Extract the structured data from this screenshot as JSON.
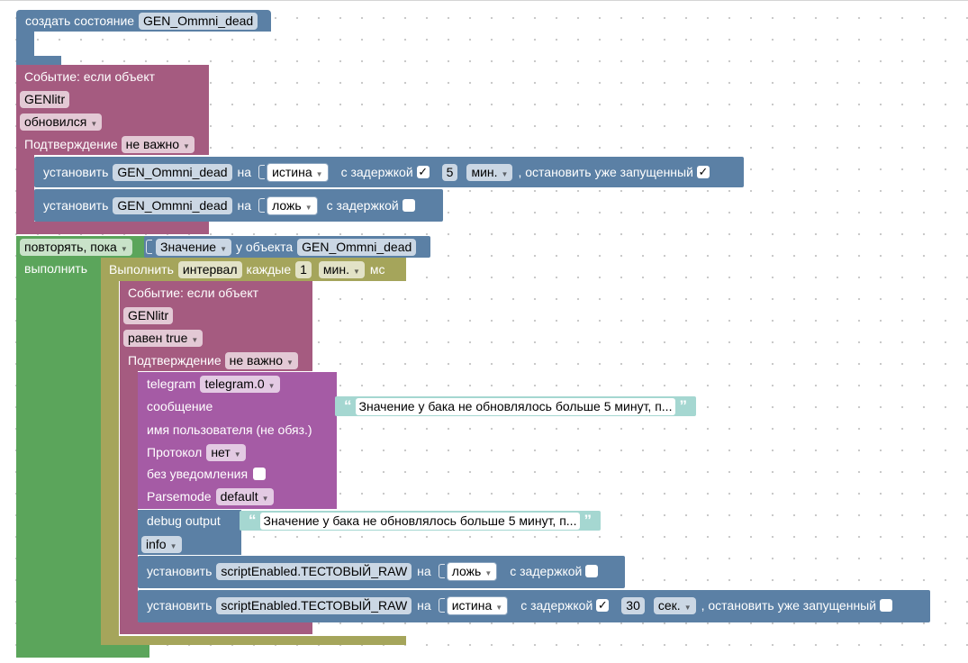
{
  "colors": {
    "blue": "#5b80a5",
    "pink": "#a55b80",
    "olive": "#a5a55b",
    "green": "#5ba55b",
    "purple": "#a55ba5",
    "string": "#a5d7d1"
  },
  "create_state": {
    "label": "создать состояние",
    "name": "GEN_Ommni_dead"
  },
  "event1": {
    "title": "Событие: если объект",
    "object": "GENlitr",
    "condition": "обновился",
    "ack_label": "Подтверждение",
    "ack_value": "не важно"
  },
  "set1": {
    "label": "установить",
    "state": "GEN_Ommni_dead",
    "to": "на",
    "value": "истина",
    "delay_label": "с задержкой",
    "delay_checked": "✓",
    "delay_value": "5",
    "delay_unit": "мин.",
    "stop_label": ", остановить уже запущенный",
    "stop_checked": "✓"
  },
  "set2": {
    "label": "установить",
    "state": "GEN_Ommni_dead",
    "to": "на",
    "value": "ложь",
    "delay_label": "с задержкой"
  },
  "loop": {
    "label": "повторять, пока",
    "do_label": "выполнить",
    "value_label": "Значение",
    "of_object": "у объекта",
    "object": "GEN_Ommni_dead"
  },
  "interval": {
    "label": "Выполнить",
    "type": "интервал",
    "every": "каждые",
    "value": "1",
    "unit": "мин.",
    "ms": "мс"
  },
  "event2": {
    "title": "Событие: если объект",
    "object": "GENlitr",
    "condition": "равен true",
    "ack_label": "Подтверждение",
    "ack_value": "не важно"
  },
  "telegram": {
    "label": "telegram",
    "instance": "telegram.0",
    "message_label": "сообщение",
    "message": "Значение у бака не обновлялось больше 5 минут, п...",
    "user_label": "имя пользователя (не обяз.)",
    "protocol_label": "Протокол",
    "protocol": "нет",
    "silent_label": "без уведомления",
    "parsemode_label": "Parsemode",
    "parsemode": "default"
  },
  "debug": {
    "label": "debug output",
    "message": "Значение у бака не обновлялось больше 5 минут, п...",
    "level": "info"
  },
  "set3": {
    "label": "установить",
    "state": "scriptEnabled.ТЕСТОВЫЙ_RAW",
    "to": "на",
    "value": "ложь",
    "delay_label": "с задержкой"
  },
  "set4": {
    "label": "установить",
    "state": "scriptEnabled.ТЕСТОВЫЙ_RAW",
    "to": "на",
    "value": "истина",
    "delay_label": "с задержкой",
    "delay_checked": "✓",
    "delay_value": "30",
    "delay_unit": "сек.",
    "stop_label": ", остановить уже запущенный"
  }
}
